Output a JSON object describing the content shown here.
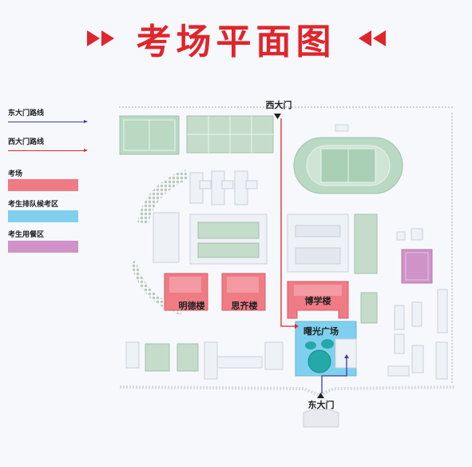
{
  "title": "考场平面图",
  "legend": [
    {
      "id": "east-route",
      "label": "东大门路线",
      "kind": "line",
      "color": "#3a3f9e"
    },
    {
      "id": "west-route",
      "label": "西大门路线",
      "kind": "line",
      "color": "#e0252b"
    },
    {
      "id": "exam-room",
      "label": "考场",
      "kind": "box",
      "color": "#ef7b85"
    },
    {
      "id": "queue-area",
      "label": "考生排队候考区",
      "kind": "box",
      "color": "#7fd0ef"
    },
    {
      "id": "dining",
      "label": "考生用餐区",
      "kind": "box",
      "color": "#cf93c8"
    }
  ],
  "gates": {
    "west": "西大门",
    "east": "东大门"
  },
  "buildings": {
    "mingde": "明德楼",
    "siqi": "思齐楼",
    "boxue": "博学楼",
    "shuguang": "曙光广场"
  },
  "colors": {
    "building": "#eef1f6",
    "field": "#b9d9c3",
    "tree": "#c8d8c8",
    "exam": "#ef7b85",
    "queue": "#7fd0ef",
    "dining": "#cf93c8"
  }
}
